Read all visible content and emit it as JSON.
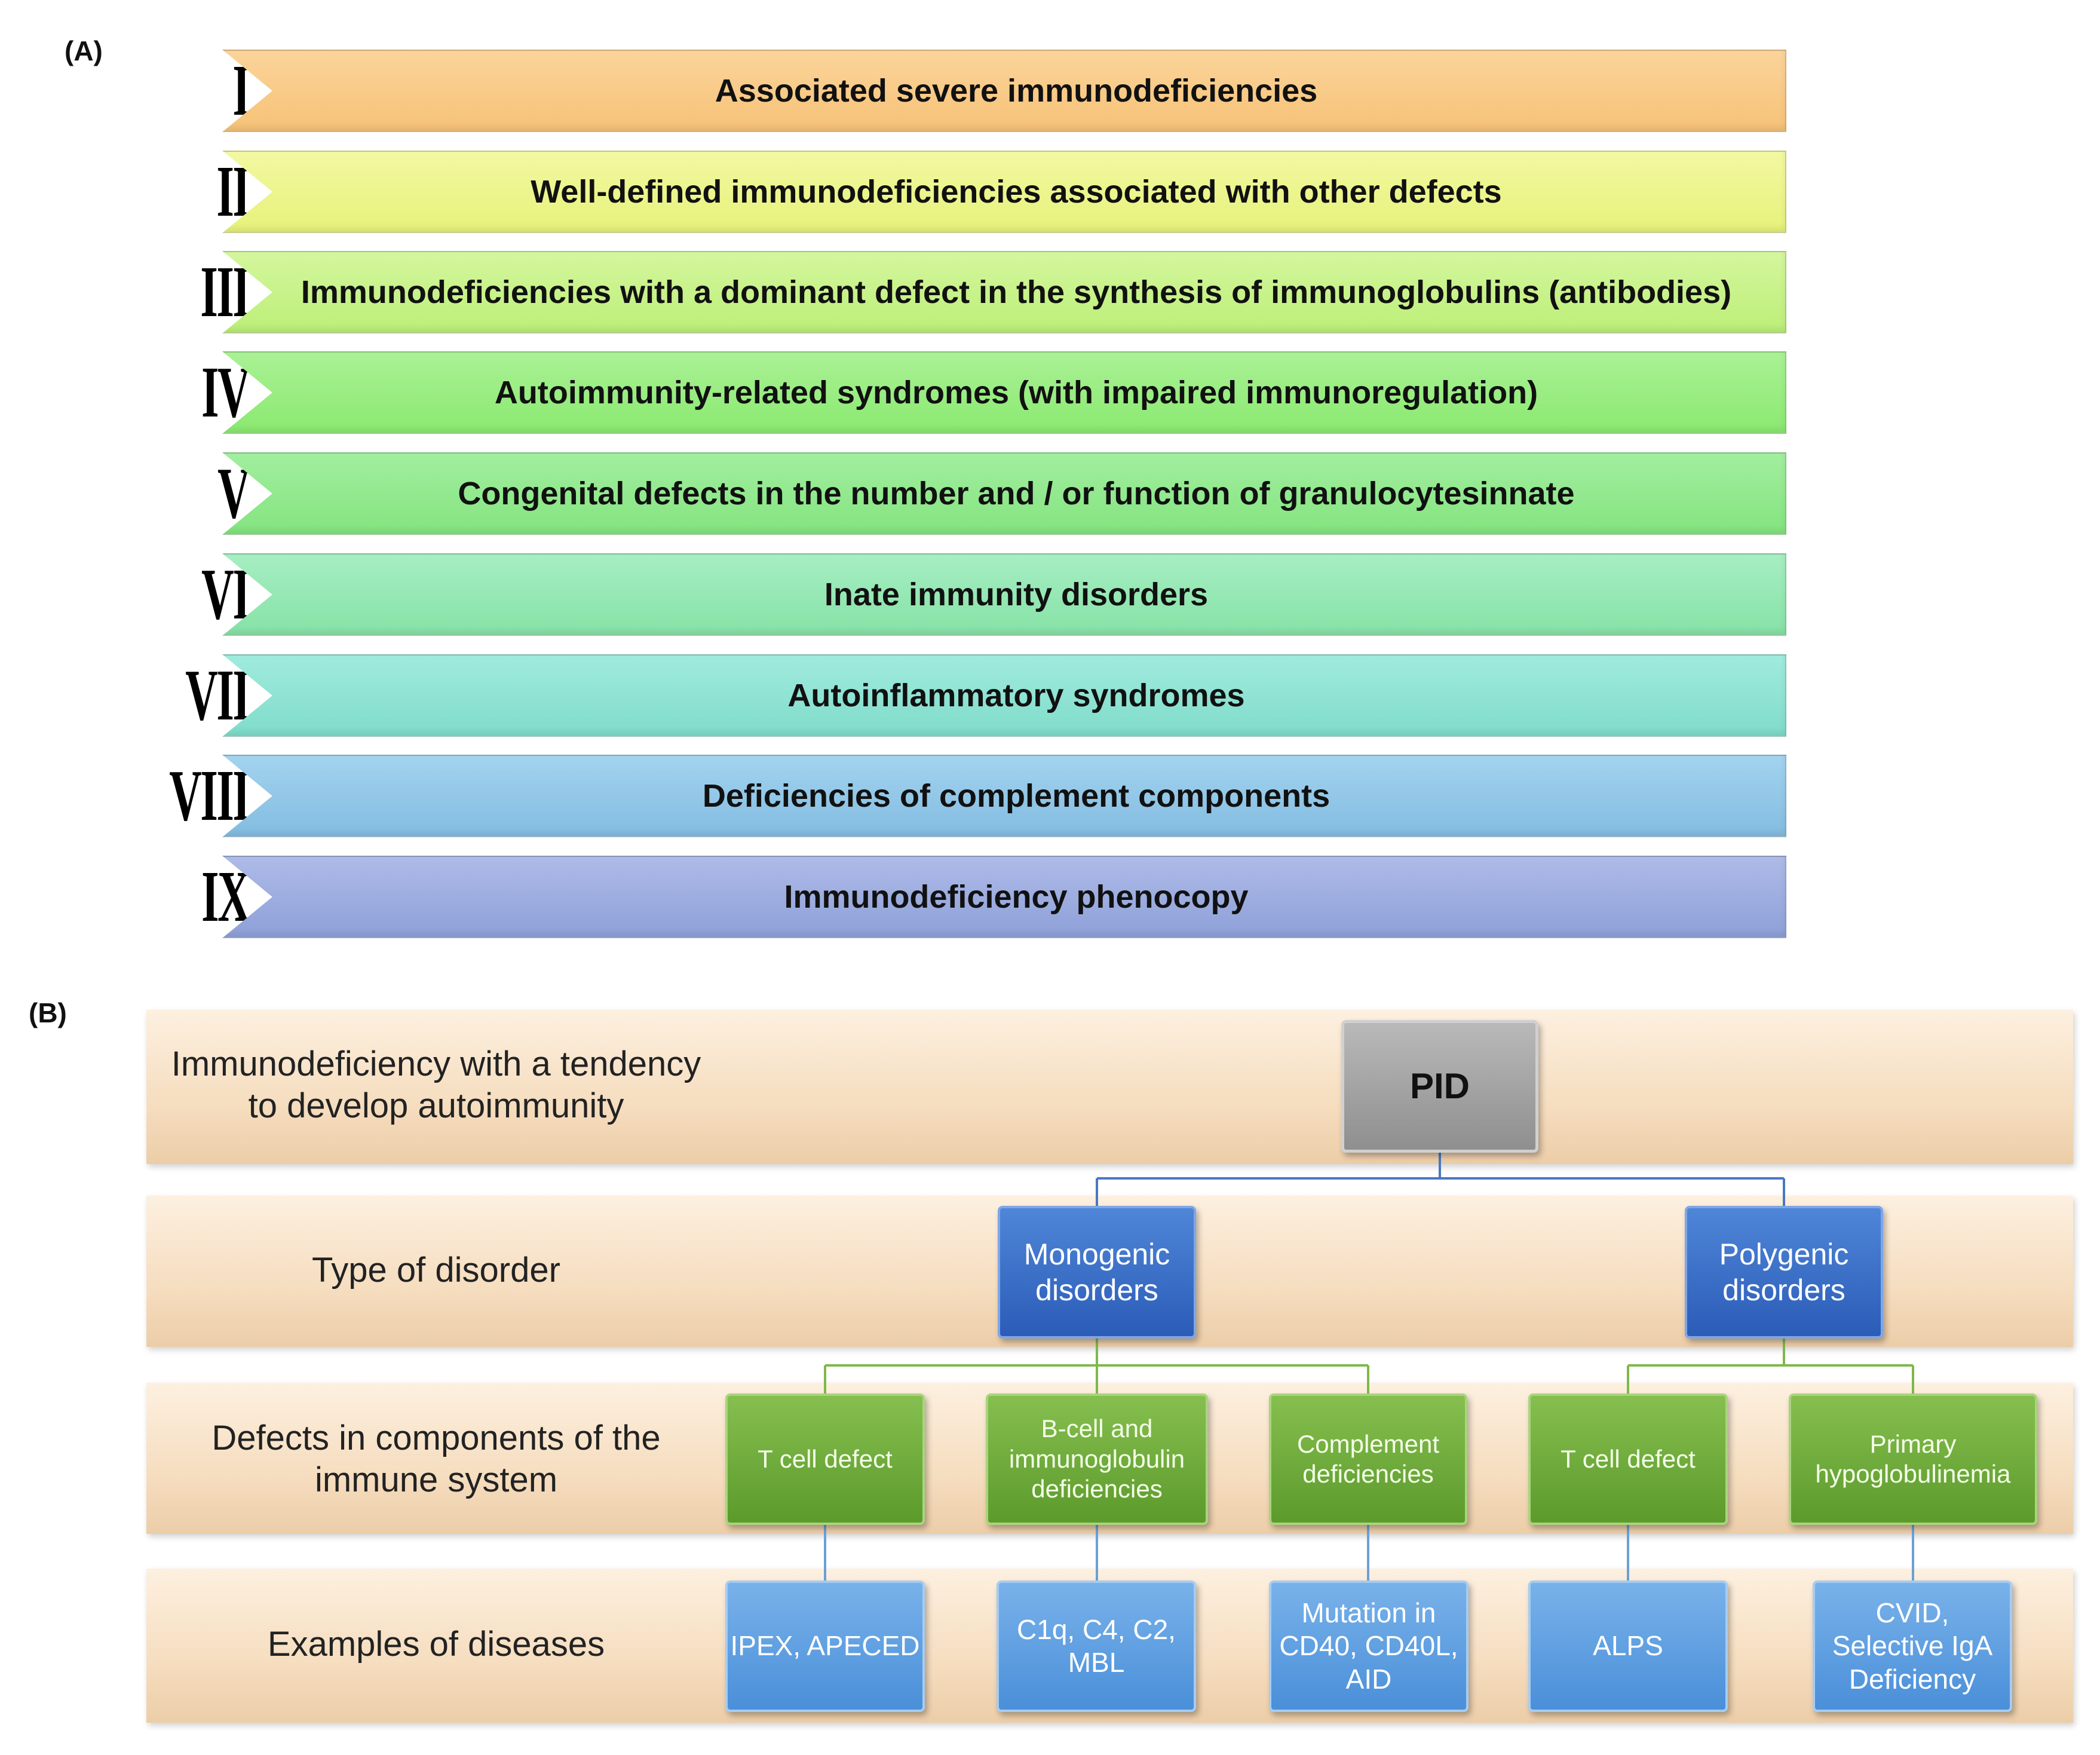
{
  "panel_a": {
    "label": "(A)",
    "categories": [
      {
        "numeral": "I",
        "text": "Associated severe immunodeficiencies",
        "color": "#f9cc8b"
      },
      {
        "numeral": "II",
        "text": "Well-defined immunodeficiencies associated with other defects",
        "color": "#eef58e"
      },
      {
        "numeral": "III",
        "text": "Immunodeficiencies with a dominant defect in the synthesis of immunoglobulins (antibodies)",
        "color": "#c7f38a"
      },
      {
        "numeral": "IV",
        "text": "Autoimmunity-related syndromes (with impaired immunoregulation)",
        "color": "#9bee84"
      },
      {
        "numeral": "V",
        "text": "Congenital defects in the number and / or function of granulocytesinnate",
        "color": "#93ea8f"
      },
      {
        "numeral": "VI",
        "text": "Inate immunity disorders",
        "color": "#96e8b5"
      },
      {
        "numeral": "VII",
        "text": "Autoinflammatory syndromes",
        "color": "#8fe3d5"
      },
      {
        "numeral": "VIII",
        "text": "Deficiencies of complement components",
        "color": "#93c8e8"
      },
      {
        "numeral": "IX",
        "text": "Immunodeficiency phenocopy",
        "color": "#9eaee0"
      }
    ]
  },
  "panel_b": {
    "label": "(B)",
    "tiers": [
      {
        "label_lines": [
          "Immunodeficiency with a tendency",
          "to develop autoimmunity"
        ]
      },
      {
        "label_lines": [
          "Type of disorder"
        ]
      },
      {
        "label_lines": [
          "Defects in components of the",
          "immune system"
        ]
      },
      {
        "label_lines": [
          "Examples of diseases"
        ]
      }
    ],
    "root": {
      "lines": [
        "PID"
      ]
    },
    "types": [
      {
        "lines": [
          "Monogenic",
          "disorders"
        ]
      },
      {
        "lines": [
          "Polygenic",
          "disorders"
        ]
      }
    ],
    "defects": [
      {
        "lines": [
          "T cell defect"
        ]
      },
      {
        "lines": [
          "B-cell and",
          "immunoglobulin",
          "deficiencies"
        ]
      },
      {
        "lines": [
          "Complement",
          "deficiencies"
        ]
      },
      {
        "lines": [
          "T cell defect"
        ]
      },
      {
        "lines": [
          "Primary",
          "hypoglobulinemia"
        ]
      }
    ],
    "examples": [
      {
        "lines": [
          "IPEX, APECED"
        ]
      },
      {
        "lines": [
          "C1q, C4, C2,",
          "MBL"
        ]
      },
      {
        "lines": [
          "Mutation in",
          "CD40, CD40L,",
          "AID"
        ]
      },
      {
        "lines": [
          "ALPS"
        ]
      },
      {
        "lines": [
          "CVID,",
          "Selective IgA",
          "Deficiency"
        ]
      }
    ],
    "colors": {
      "connector_top": "#4a78c0",
      "connector_green": "#7fb84a",
      "connector_blue": "#6aa0d8"
    }
  }
}
